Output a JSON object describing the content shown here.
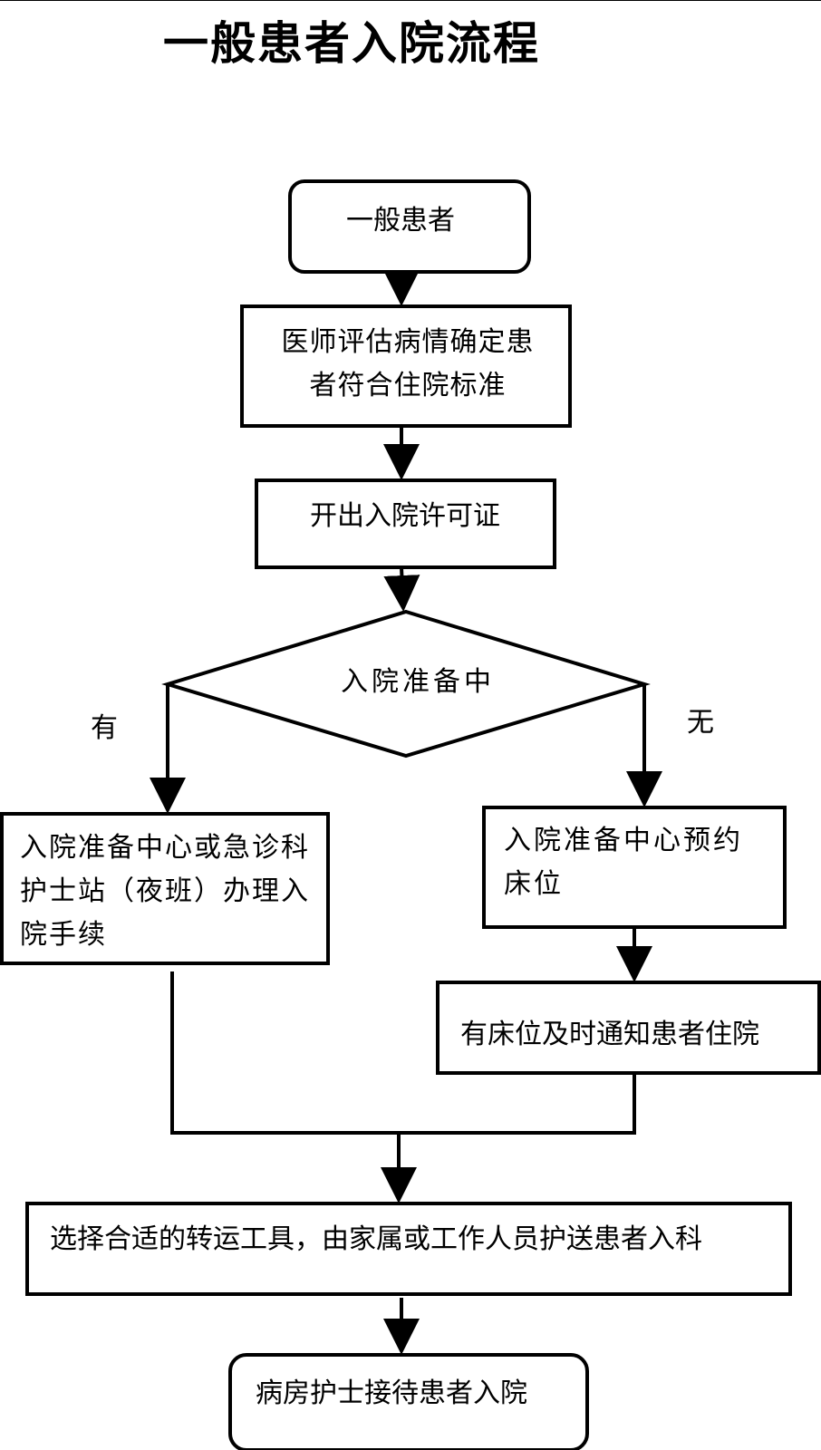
{
  "title": "一般患者入院流程",
  "nodes": {
    "start": "一般患者",
    "assess": "医师评估病情确定患者符合住院标准",
    "permit": "开出入院许可证",
    "decision": "入院准备中",
    "left": "入院准备中心或急诊科护士站（夜班）办理入院手续",
    "right": "入院准备中心预约床位",
    "notify": "有床位及时通知患者住院",
    "transport": "选择合适的转运工具，由家属或工作人员护送患者入科",
    "end": "病房护士接待患者入院"
  },
  "branches": {
    "yes": "有",
    "no": "无"
  }
}
